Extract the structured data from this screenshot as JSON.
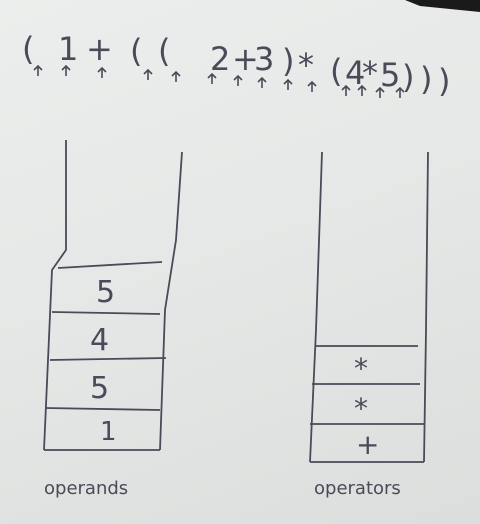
{
  "expression": {
    "chars": [
      "(",
      "1",
      "+",
      "(",
      "(",
      "2",
      "+",
      "3",
      ")",
      "*",
      "(",
      "4",
      "*",
      "5",
      ")",
      ")",
      ")"
    ]
  },
  "operands_stack": {
    "label": "operands",
    "items_bottom_to_top": [
      "1",
      "5",
      "4",
      "5"
    ]
  },
  "operators_stack": {
    "label": "operators",
    "items_bottom_to_top": [
      "+",
      "*",
      "*"
    ]
  },
  "colors": {
    "board": "#e8eae9",
    "ink": "#4a4a58",
    "frame_dark": "#1a1a1a"
  }
}
